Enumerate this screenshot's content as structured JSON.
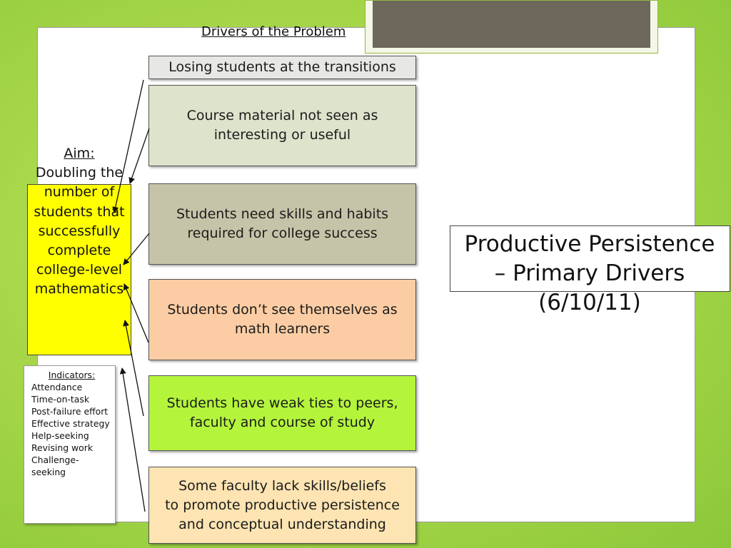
{
  "title": "Drivers of the Problem",
  "drivers": [
    "Losing students at the transitions",
    "Course material not seen as interesting or useful",
    "Students need skills and habits required for college success",
    "Students don’t see themselves as math learners",
    "Students have weak ties to peers,\nfaculty and course of study",
    "Some faculty lack skills/beliefs\n to promote productive persistence\nand conceptual understanding"
  ],
  "aim": {
    "label": "Aim:",
    "text": "Doubling the number of students that successfully complete college-level mathematics"
  },
  "indicators": {
    "title": "Indicators:",
    "items": [
      "Attendance",
      "Time-on-task",
      "Post-failure effort",
      "Effective strategy",
      "Help-seeking",
      "Revising work",
      "Challenge-seeking"
    ]
  },
  "summary": "Productive Persistence – Primary Drivers (6/10/11)",
  "colors": {
    "background": "#a9d84a",
    "aim_box": "#ffff00",
    "driver_fills": [
      "#e7e7e5",
      "#dee3cc",
      "#c5c4a8",
      "#fccda4",
      "#b4f53c",
      "#fde4b2"
    ]
  }
}
